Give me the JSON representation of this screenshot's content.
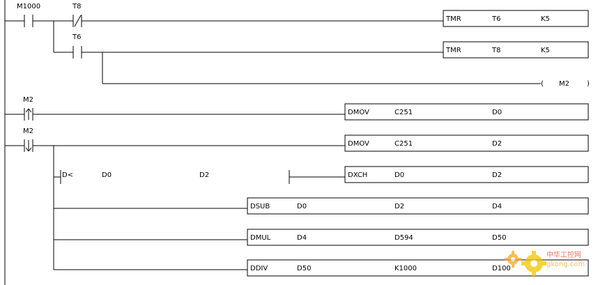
{
  "contacts": [
    {
      "label": "M1000",
      "kind": "no"
    },
    {
      "label": "T8",
      "kind": "nc"
    },
    {
      "label": "T6",
      "kind": "no"
    },
    {
      "label": "M2",
      "kind": "pulse-rise"
    },
    {
      "label": "M2",
      "kind": "pulse-fall"
    }
  ],
  "instructions": [
    {
      "op": "TMR",
      "args": [
        "T6",
        "K5"
      ]
    },
    {
      "op": "TMR",
      "args": [
        "T8",
        "K5"
      ]
    },
    {
      "op": "DMOV",
      "args": [
        "C251",
        "D0"
      ]
    },
    {
      "op": "DMOV",
      "args": [
        "C251",
        "D2"
      ]
    },
    {
      "op": "DXCH",
      "args": [
        "D0",
        "D2"
      ]
    },
    {
      "op": "DSUB",
      "args": [
        "D0",
        "D2",
        "D4"
      ]
    },
    {
      "op": "DMUL",
      "args": [
        "D4",
        "D594",
        "D50"
      ]
    },
    {
      "op": "DDIV",
      "args": [
        "D50",
        "K1000",
        "D100"
      ]
    }
  ],
  "coil": {
    "open": "(",
    "label": "M2",
    "close": ")"
  },
  "compare": {
    "op": "D<",
    "a": "D0",
    "b": "D2"
  },
  "watermark": {
    "cn": "中华工控网",
    "url": "gkong.com"
  },
  "colors": {
    "wire": "#000000",
    "watermark_orange": "#f5a623",
    "watermark_yellow": "#f2c500",
    "watermark_red": "#e8402a"
  }
}
